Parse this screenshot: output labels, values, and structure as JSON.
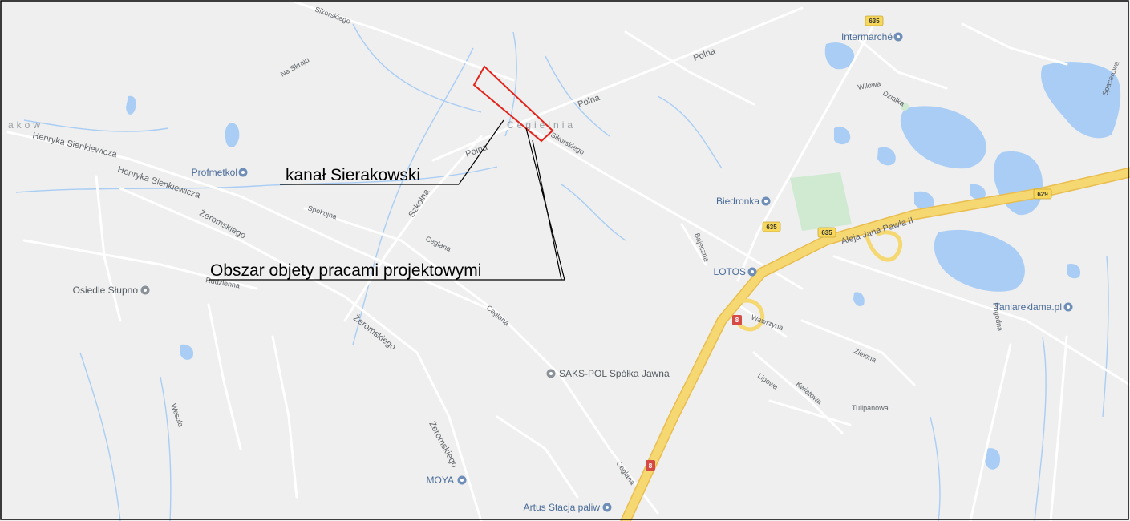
{
  "colors": {
    "land": "#eeefee",
    "water": "#a9cdf5",
    "minor_road": "#ffffff",
    "highway": "#f6d873",
    "highway_edge": "#e9bd4e",
    "park": "#cfead1",
    "poi_icon": "#6f8fb8",
    "poi_text": "#4a6b9a",
    "poi_text_dark": "#555b62",
    "shield_yellow": "#f7d85a",
    "shield_red": "#d54a45",
    "project_area": "#e2231a",
    "annotation": "#000000"
  },
  "map": {
    "area_labels": [
      "akow",
      "Cegielnia"
    ],
    "roads": {
      "polna_1": "Polna",
      "polna_2": "Polna",
      "polna_3": "Polna",
      "sienkiewicza_1": "Henryka Sienkiewicza",
      "sienkiewicza_2": "Henryka Sienkiewicza",
      "zeromskiego_1": "Żeromskiego",
      "zeromskiego_2": "Żeromskiego",
      "zeromskiego_3": "Żeromskiego",
      "szkolna": "Szkolna",
      "ceglana_1": "Ceglana",
      "ceglana_2": "Ceglana",
      "ceglana_3": "Ceglana",
      "spokojna": "Spokojna",
      "aleja": "Aleja Jana Pawła II",
      "sikorskiego_1": "Sikorskiego",
      "sikorskiego_2": "Sikorskiego",
      "na_skraju": "Na Skraju",
      "wilowa": "Wilowa",
      "dzialka": "Działka",
      "bajeczna": "Bajeczna",
      "wawrzyna": "Wawrzyna",
      "kwiatowa": "Kwiatowa",
      "zielona": "Zielona",
      "lipowa": "Lipowa",
      "tulipanowa": "Tulipanowa",
      "pogodna": "Pogodna",
      "wesola": "Wesoła",
      "spacerowa": "Spacerowa",
      "rudzienna": "Rudzienna"
    },
    "route_shields": {
      "s635_top": "635",
      "s635_mid1": "635",
      "s635_mid2": "635",
      "s629": "629",
      "s8_top": "8",
      "s8_bottom": "8"
    },
    "pois": {
      "intermarche": "Intermarché",
      "profmetkol": "Profmetkol",
      "biedronka": "Biedronka",
      "lotos": "LOTOS",
      "osiedle_slupno": "Osiedle Słupno",
      "taniareklama": "Taniareklama.pl",
      "sakspol": "SAKS-POL Spółka Jawna",
      "moya": "MOYA",
      "artus": "Artus Stacja paliw"
    }
  },
  "annotations": {
    "kanal": "kanał Sierakowski",
    "obszar": "Obszar objety pracami projektowymi"
  }
}
